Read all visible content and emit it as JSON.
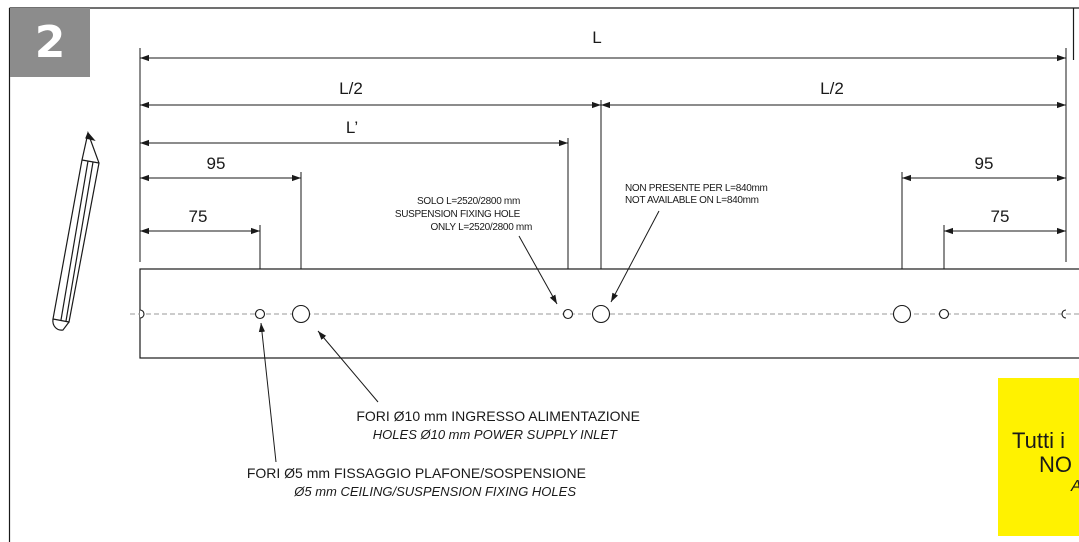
{
  "step": {
    "number": "2"
  },
  "dimensions": {
    "total": "L",
    "half_left": "L/2",
    "half_right": "L/2",
    "l_prime": "L’",
    "left_95": "95",
    "left_75": "75",
    "right_95": "95",
    "right_75": "75"
  },
  "notes": {
    "solo": [
      "SOLO L=2520/2800 mm",
      "SUSPENSION FIXING HOLE",
      "ONLY L=2520/2800 mm"
    ],
    "non_presente": [
      "NON PRESENTE PER L=840mm",
      "NOT AVAILABLE ON L=840mm"
    ]
  },
  "captions": {
    "holes10_it": "FORI Ø10 mm INGRESSO ALIMENTAZIONE",
    "holes10_en": "HOLES Ø10 mm POWER SUPPLY INLET",
    "holes5_it": "FORI Ø5 mm FISSAGGIO PLAFONE/SOSPENSIONE",
    "holes5_en": "Ø5 mm CEILING/SUSPENSION FIXING HOLES"
  },
  "banner": {
    "line1": "Tutti i",
    "line2": "NO",
    "line3": "A"
  },
  "colors": {
    "banner": "#fff200",
    "badge": "#8c8c8c",
    "ink": "#1a1a1a",
    "centerline": "#9a9a9a"
  }
}
